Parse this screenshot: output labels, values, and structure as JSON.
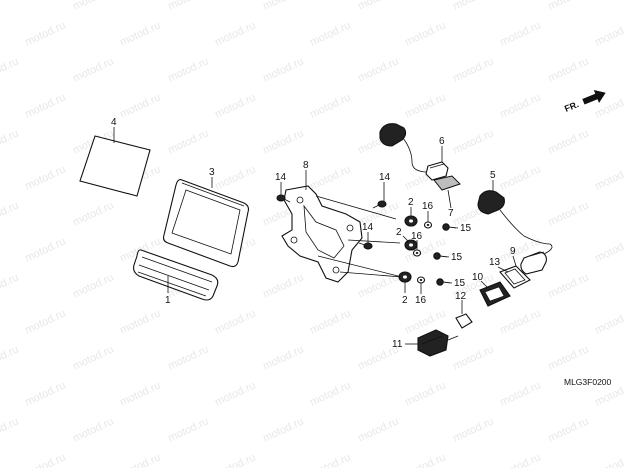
{
  "watermark": "motod.ru",
  "diagram_code": "MLG3F0200",
  "direction": {
    "label": "FR.",
    "icon": "arrow-right-icon"
  },
  "callouts": {
    "c1": "1",
    "c2a": "2",
    "c2b": "2",
    "c2c": "2",
    "c3": "3",
    "c4": "4",
    "c5": "5",
    "c6": "6",
    "c7": "7",
    "c8": "8",
    "c9": "9",
    "c10": "10",
    "c11": "11",
    "c12": "12",
    "c13": "13",
    "c14a": "14",
    "c14b": "14",
    "c14c": "14",
    "c15a": "15",
    "c15b": "15",
    "c15c": "15",
    "c16a": "16",
    "c16b": "16",
    "c16c": "16"
  }
}
